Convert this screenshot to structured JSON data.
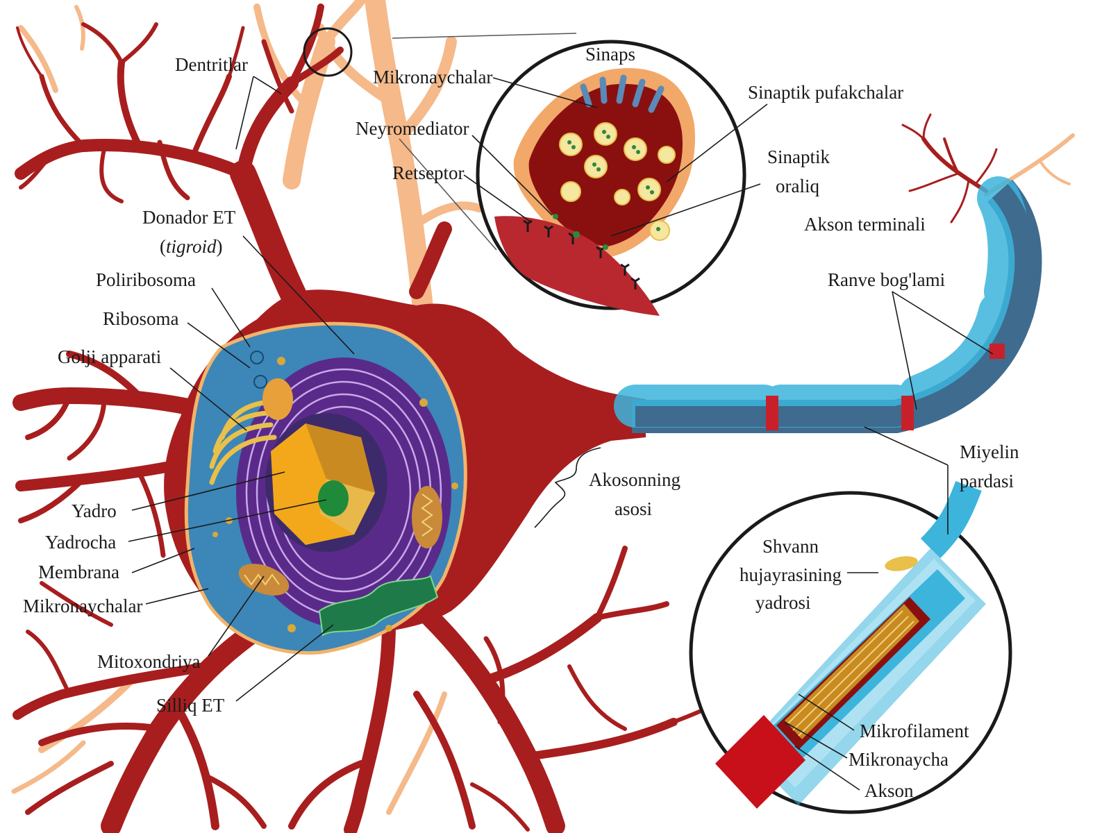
{
  "labels": {
    "dentritlar": "Dentritlar",
    "sinaps": "Sinaps",
    "mikronaychalar_top": "Mikronaychalar",
    "sinaptik_pufakchalar": "Sinaptik pufakchalar",
    "neyromediator": "Neyromediator",
    "sinaptik_line1": "Sinaptik",
    "sinaptik_line2": "oraliq",
    "retseptor": "Retseptor",
    "donador_et": "Donador ET",
    "tigroid_open": "(",
    "tigroid": "tigroid",
    "tigroid_close": ")",
    "akson_terminali": "Akson terminali",
    "poliribosoma": "Poliribosoma",
    "ribosoma": "Ribosoma",
    "ranve": "Ranve bog'lami",
    "golji": "Golji apparati",
    "miyelin_line1": "Miyelin",
    "miyelin_line2": "pardasi",
    "akson_asos_line1": "Akosonning",
    "akson_asos_line2": "asosi",
    "yadro": "Yadro",
    "yadrocha": "Yadrocha",
    "membrana": "Membrana",
    "mikronaychalar_left": "Mikronaychalar",
    "shvann_line1": "Shvann",
    "shvann_line2": "hujayrasining",
    "shvann_line3": "yadrosi",
    "mitoxondriya": "Mitoxondriya",
    "silliq_et": "Silliq ET",
    "mikrofilament": "Mikrofilament",
    "mikronaycha": "Mikronaycha",
    "akson": "Akson"
  },
  "colors": {
    "neuron": "#a81e1e",
    "dendrite_light": "#f5b98a",
    "cytoplasm": "#3d86b8",
    "nucleus_envelope": "#5a2a8a",
    "nucleus": "#f2a81a",
    "nucleolus": "#1f8a3a",
    "myelin": "#3cb4dc",
    "axon_core": "#3f6b8e"
  }
}
